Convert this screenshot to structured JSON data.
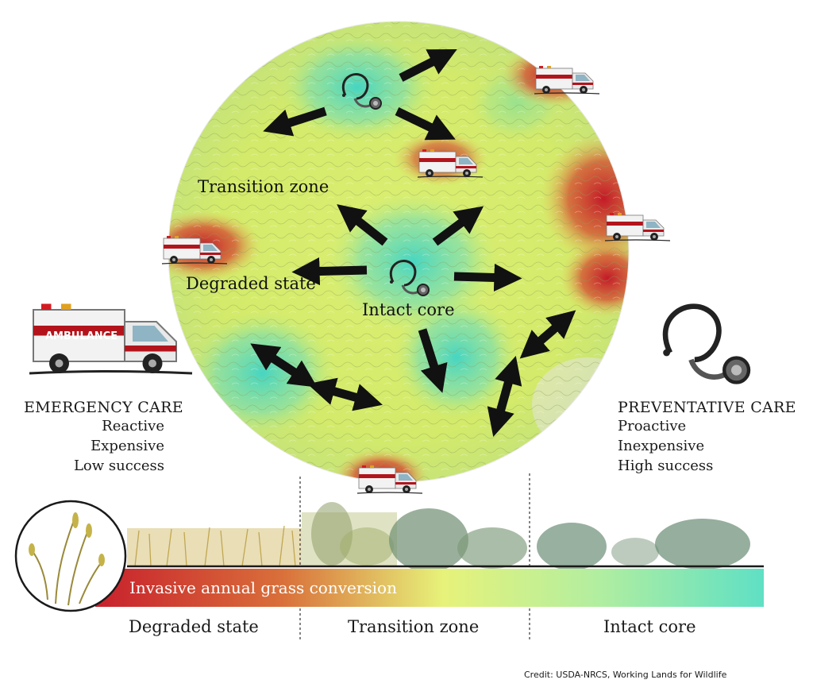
{
  "map": {
    "transition_zone_label": "Transition zone",
    "degraded_state_label": "Degraded state",
    "intact_core_label": "Intact core"
  },
  "emergency_care": {
    "title": "EMERGENCY CARE",
    "items": [
      "Reactive",
      "Expensive",
      "Low success"
    ],
    "ambulance_text": "AMBULANCE"
  },
  "preventative_care": {
    "title": "PREVENTATIVE CARE",
    "items": [
      "Proactive",
      "Inexpensive",
      "High success"
    ]
  },
  "gradient_bar": {
    "label": "Invasive annual grass conversion",
    "colors": [
      "#c8202c",
      "#d9703a",
      "#e7f27a",
      "#5fe0c4"
    ]
  },
  "zones": [
    "Degraded state",
    "Transition zone",
    "Intact core"
  ],
  "credit": "Credit: USDA-NRCS, Working Lands for Wildlife",
  "colors": {
    "degraded_red": "#c41e2a",
    "transition_yellow": "#e3ee6a",
    "intact_teal": "#4fd8c2",
    "arrow": "#111111"
  }
}
